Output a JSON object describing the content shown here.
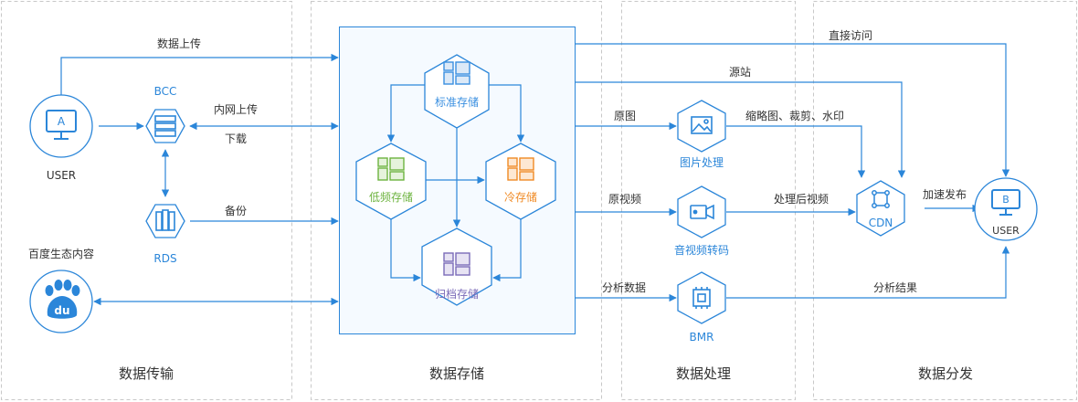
{
  "sections": {
    "transfer": "数据传输",
    "storage": "数据存储",
    "processing": "数据处理",
    "distribution": "数据分发"
  },
  "nodes": {
    "user_a": {
      "letter": "A",
      "label": "USER"
    },
    "bcc": "BCC",
    "rds": "RDS",
    "baidu": {
      "label": "百度生态内容",
      "logo_text": "du"
    },
    "standard": "标准存储",
    "low_freq": "低频存储",
    "cold": "冷存储",
    "archive": "归档存储",
    "image_proc": "图片处理",
    "video_trans": "音视频转码",
    "bmr": "BMR",
    "cdn": "CDN",
    "user_b": {
      "letter": "B",
      "label": "USER"
    }
  },
  "edges": {
    "upload": "数据上传",
    "intranet_upload": "内网上传",
    "download": "下载",
    "backup": "备份",
    "direct_access": "直接访问",
    "origin_site": "源站",
    "original_image": "原图",
    "thumbnail": "缩略图、裁剪、水印",
    "original_video": "原视频",
    "processed_video": "处理后视频",
    "accelerate": "加速发布",
    "analysis_data": "分析数据",
    "analysis_result": "分析结果"
  },
  "colors": {
    "primary_blue": "#2b86d9",
    "standard": "#3a8fe0",
    "low_freq": "#6db33f",
    "cold": "#f08a24",
    "archive": "#7b6bb8"
  }
}
